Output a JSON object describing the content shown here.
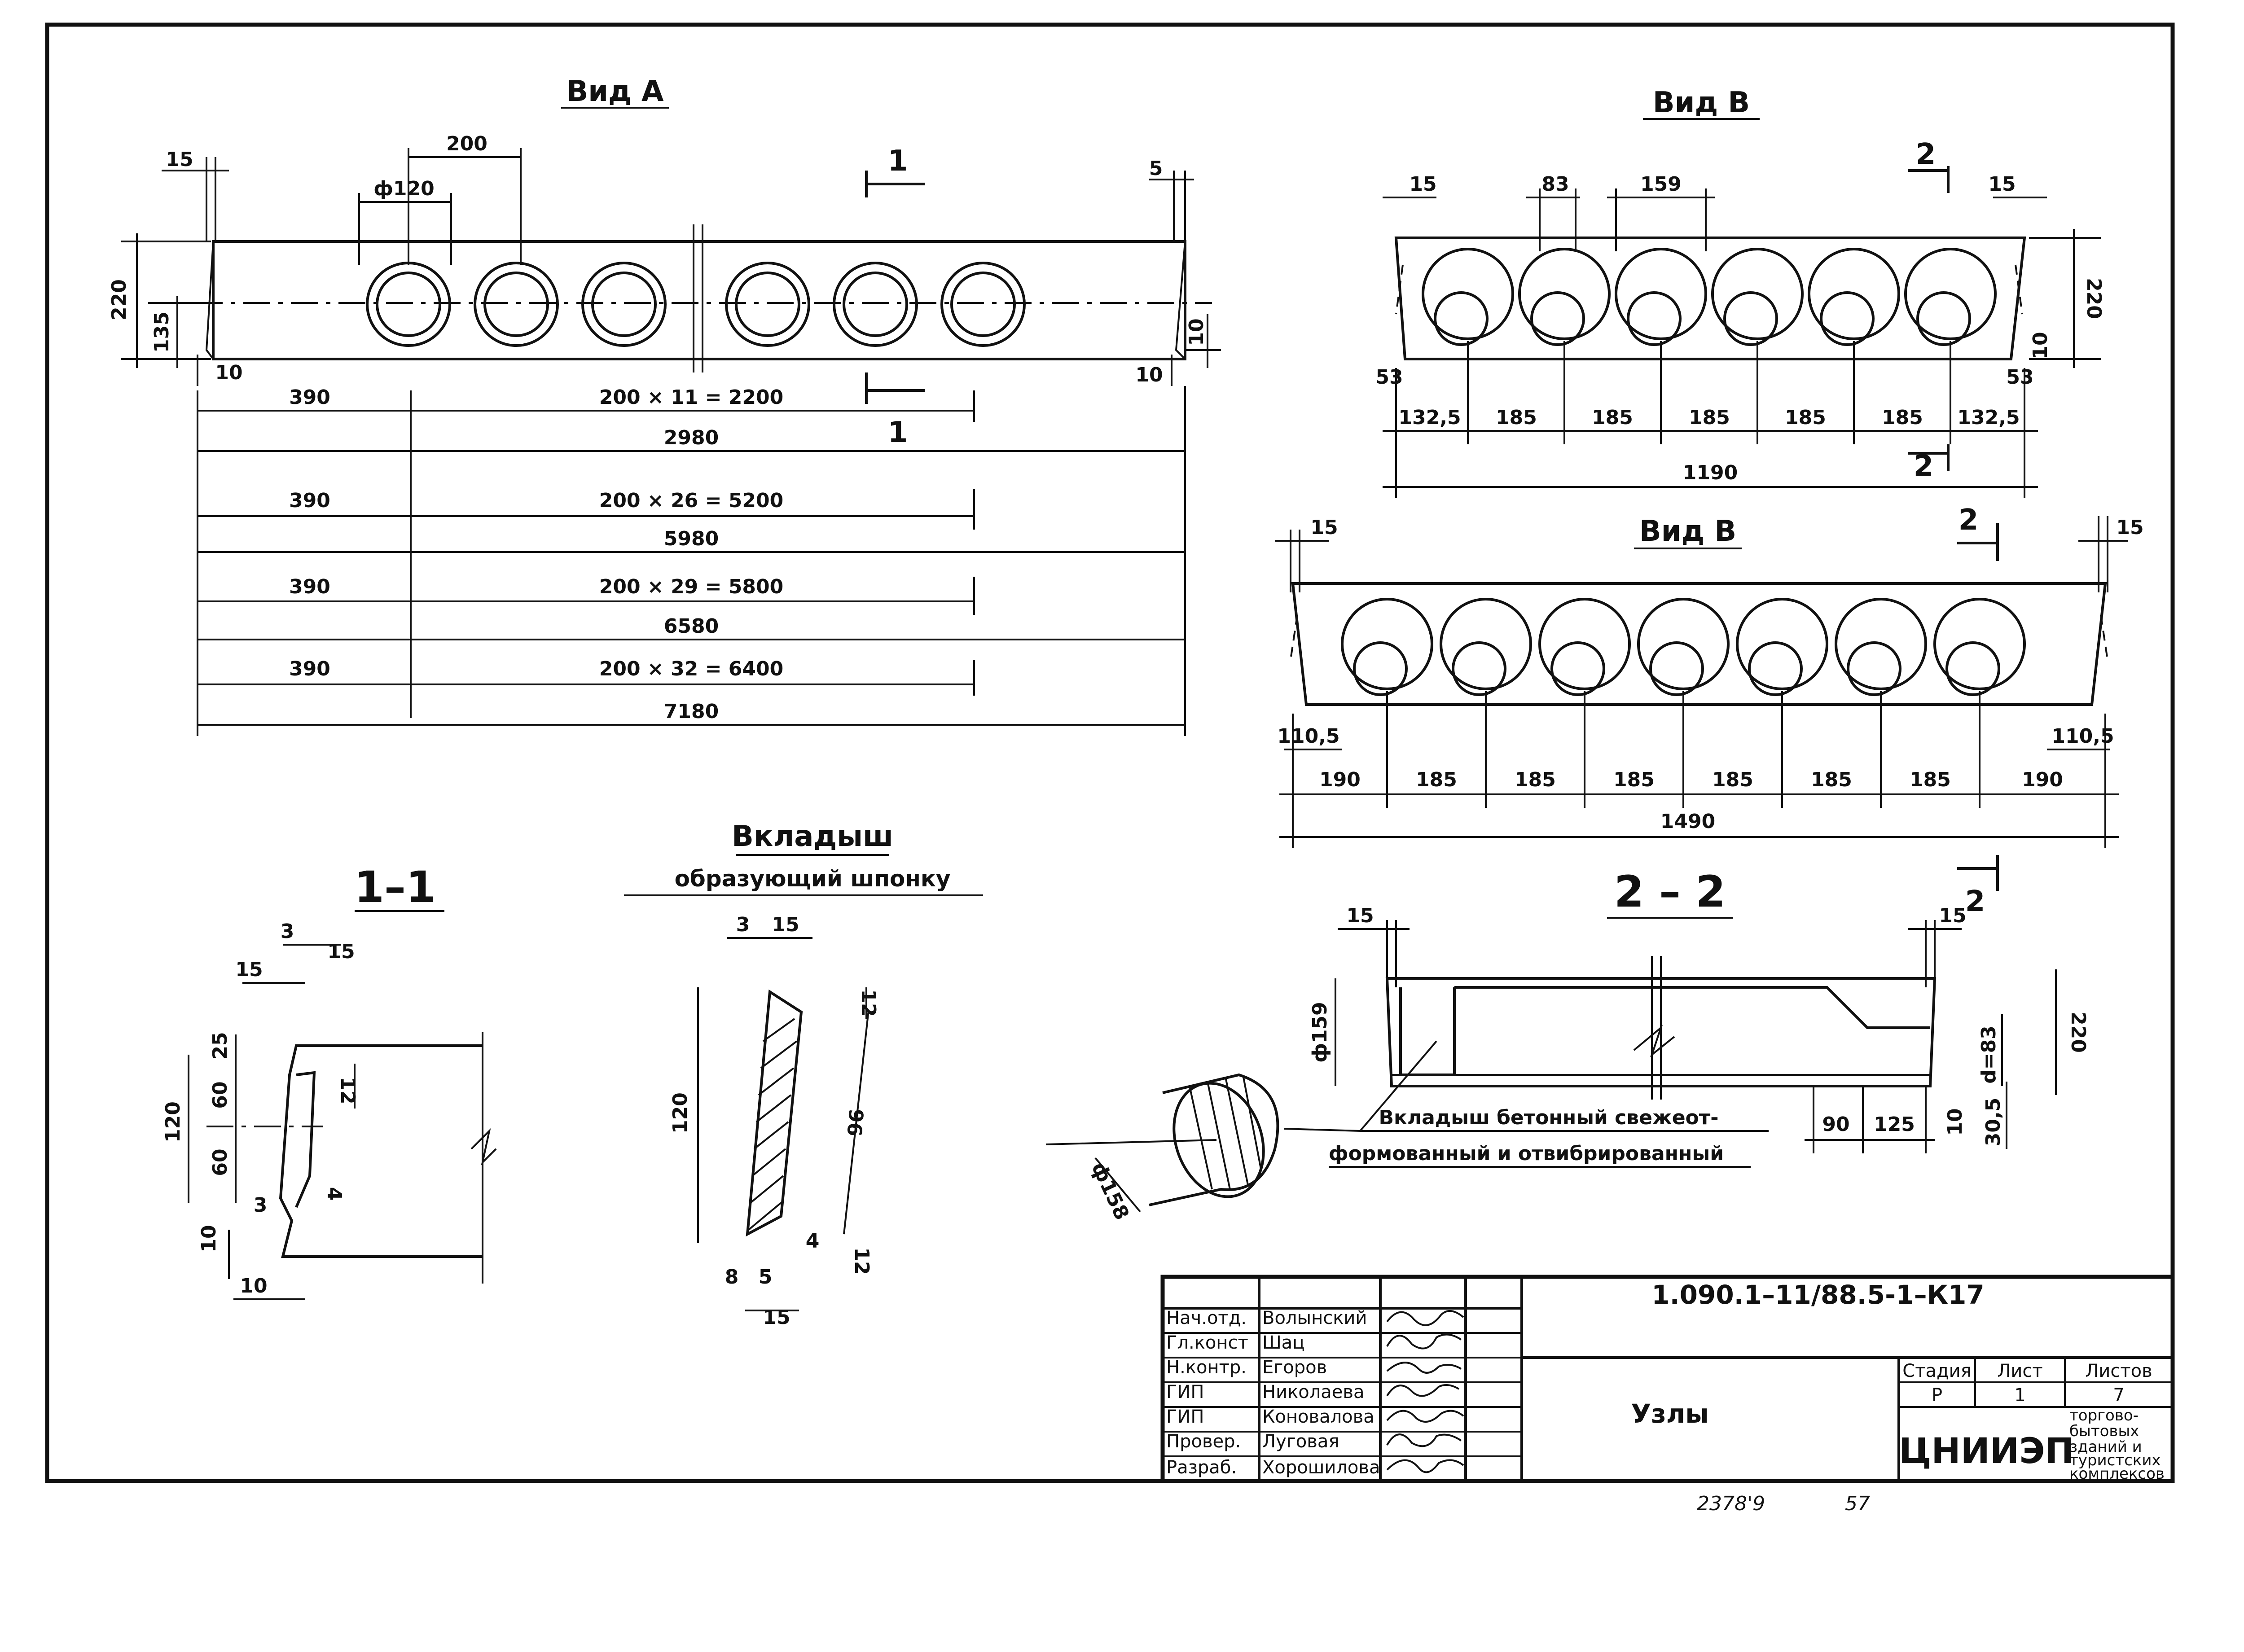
{
  "view_a": {
    "title": "Вид А",
    "top": {
      "d15": "15",
      "d200": "200",
      "d120": "ф120",
      "d5": "5"
    },
    "left": {
      "d220": "220",
      "d135": "135",
      "d10": "10"
    },
    "right": {
      "d10a": "10",
      "d10b": "10"
    },
    "section_mark": "1",
    "rows": [
      {
        "left": "390",
        "mid": "200 × 11 = 2200",
        "total": "2980"
      },
      {
        "left": "390",
        "mid": "200 × 26 = 5200",
        "total": "5980"
      },
      {
        "left": "390",
        "mid": "200 × 29 = 5800",
        "total": "6580"
      },
      {
        "left": "390",
        "mid": "200 × 32 = 6400",
        "total": "7180"
      }
    ]
  },
  "view_b1": {
    "title": "Вид В",
    "top": [
      "15",
      "83",
      "159",
      "15"
    ],
    "side": {
      "d220": "220",
      "d10": "10"
    },
    "corners": [
      "53",
      "53"
    ],
    "bottom": [
      "132,5",
      "185",
      "185",
      "185",
      "185",
      "185",
      "132,5"
    ],
    "total": "1190",
    "section_mark": "2"
  },
  "view_b2": {
    "title": "Вид В",
    "top": [
      "15",
      "15"
    ],
    "corners": [
      "110,5",
      "110,5"
    ],
    "bottom": [
      "190",
      "185",
      "185",
      "185",
      "185",
      "185",
      "185",
      "190"
    ],
    "total": "1490",
    "section_mark": "2"
  },
  "section_11": {
    "title": "1–1",
    "dims": [
      "3",
      "15",
      "15",
      "25",
      "120",
      "60",
      "60",
      "12",
      "3",
      "4",
      "10",
      "10"
    ]
  },
  "insert": {
    "title_line1": "Вкладыш",
    "title_line2": "образующий шпонку",
    "dims": [
      "3",
      "15",
      "12",
      "120",
      "96",
      "4",
      "12",
      "8",
      "5",
      "15"
    ]
  },
  "section_22": {
    "title": "2 – 2",
    "dims": [
      "15",
      "15",
      "ф159",
      "220",
      "d=83",
      "10",
      "30,5",
      "90",
      "125"
    ],
    "plug_dim": "ф158",
    "note_line1": "Вкладыш бетонный свежеот-",
    "note_line2": "формованный и отвибрированный"
  },
  "title_block": {
    "code": "1.090.1–11/88.5-1–К17",
    "sheet_name": "Узлы",
    "roles": [
      {
        "role": "Нач.отд.",
        "name": "Волынский"
      },
      {
        "role": "Гл.конст",
        "name": "Шац"
      },
      {
        "role": "Н.контр.",
        "name": "Егоров"
      },
      {
        "role": "ГИП",
        "name": "Николаева"
      },
      {
        "role": "ГИП",
        "name": "Коновалова"
      },
      {
        "role": "Провер.",
        "name": "Луговая"
      },
      {
        "role": "Разраб.",
        "name": "Хорошилова"
      }
    ],
    "stage_label": "Стадия",
    "stage": "Р",
    "sheet_label": "Лист",
    "sheet": "1",
    "sheets_label": "Листов",
    "sheets": "7",
    "org": "ЦНИИЭП",
    "org_desc": [
      "торгово-",
      "бытовых",
      "зданий и",
      "туристских",
      "комплексов"
    ]
  },
  "footer": {
    "inv": "2378'9",
    "page": "57"
  }
}
